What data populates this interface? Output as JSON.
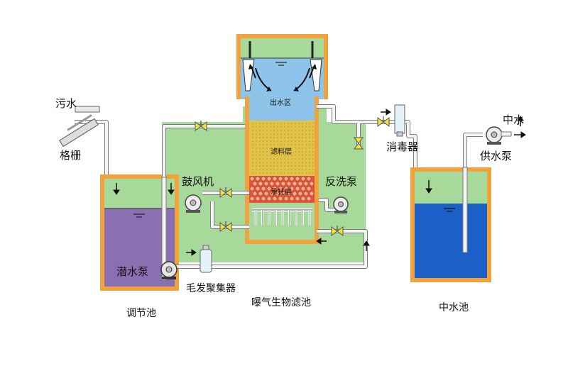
{
  "labels": {
    "sewage": "污水",
    "screen": "格栅",
    "blower": "鼓风机",
    "backwash_pump": "反洗泵",
    "disinfector": "消毒器",
    "reclaimed_water": "中水",
    "supply_pump": "供水泵",
    "submersible_pump": "潜水泵",
    "hair_collector": "毛发聚集器",
    "adjust_tank": "调节池",
    "baf": "曝气生物滤池",
    "reclaimed_tank": "中水池",
    "outlet_zone": "出水区",
    "filter_layer": "滤料层",
    "support_layer": "承托层"
  },
  "colors": {
    "green_bg": "#a6d99a",
    "orange_frame": "#f2a23c",
    "purple_water": "#8b6fb3",
    "blue_water": "#1c5fc6",
    "light_blue": "#8fc4ea",
    "filter_gold": "#e1c24a",
    "support_red": "#e0553a",
    "valve_yellow": "#f2e33a"
  }
}
